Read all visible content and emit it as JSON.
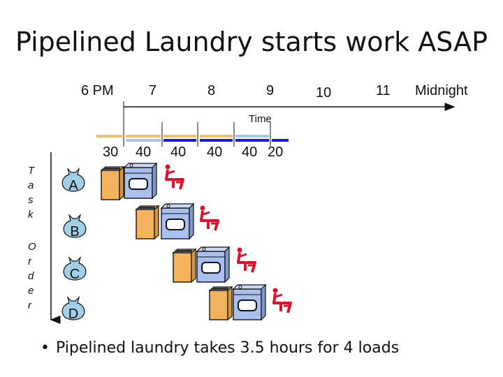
{
  "title": "Pipelined Laundry starts work ASAP",
  "timeline": {
    "hours": [
      "6 PM",
      "7",
      "8",
      "9",
      "10",
      "11",
      "Midnight"
    ],
    "axis_label": "Time",
    "durations": [
      "30",
      "40",
      "40",
      "40",
      "40",
      "20"
    ]
  },
  "task_order_label": [
    "T",
    "a",
    "s",
    "k",
    "O",
    "r",
    "d",
    "e",
    "r"
  ],
  "loads": [
    "A",
    "B",
    "C",
    "D"
  ],
  "bullet": "Pipelined laundry takes 3.5 hours for 4 loads",
  "colors": {
    "washer_stage": "#e8c07a",
    "dryer_stage": "#1a1adb",
    "fold_stage": "#a9c6ea",
    "washer_body": "#f3b35c",
    "dryer_body": "#a9c0ee",
    "folder": "#e0102a",
    "bag": "#a0cfe8"
  }
}
